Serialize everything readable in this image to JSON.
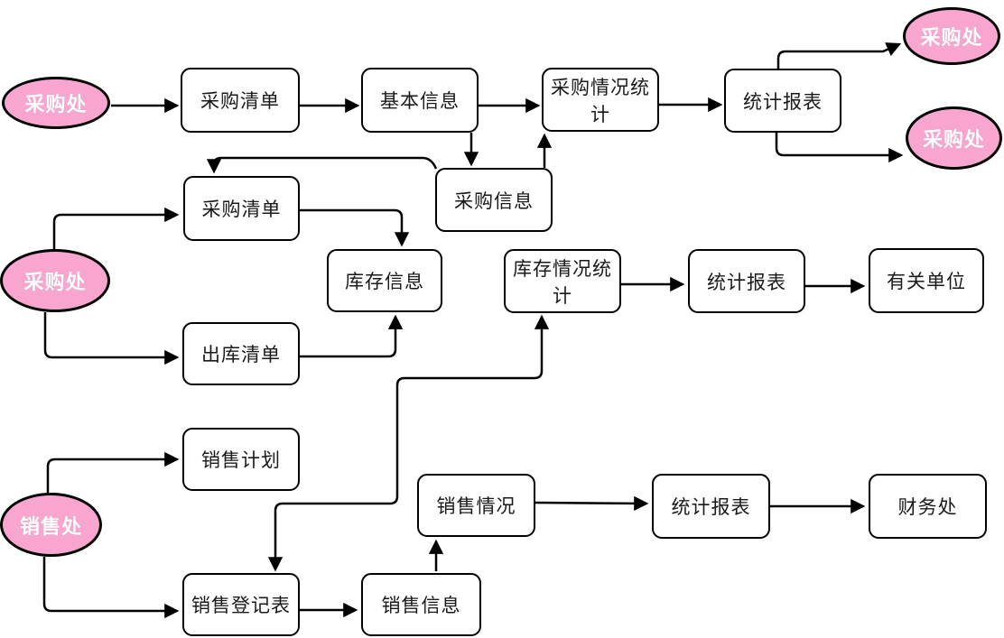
{
  "diagram": {
    "title": "purchase-inventory-sales data flow diagram",
    "colors": {
      "entity_fill": "#f8a6d0",
      "entity_text": "#ffffff",
      "process_fill": "#ffffff",
      "line": "#000000",
      "process_text": "#1a1a1a"
    },
    "entities": {
      "e1": {
        "label": "采购处"
      },
      "e2": {
        "label": "采购处"
      },
      "e3": {
        "label": "采购处"
      },
      "e4": {
        "label": "采购处"
      },
      "e5": {
        "label": "销售处"
      }
    },
    "processes": {
      "r1": {
        "label": "采购清单"
      },
      "r2": {
        "label": "基本信息"
      },
      "r3": {
        "label": "采购情况统计"
      },
      "r4": {
        "label": "统计报表"
      },
      "r5": {
        "label": "采购信息"
      },
      "r6": {
        "label": "采购清单"
      },
      "r7": {
        "label": "库存信息"
      },
      "r8": {
        "label": "出库清单"
      },
      "r9": {
        "label": "库存情况统计"
      },
      "r10": {
        "label": "统计报表"
      },
      "r11": {
        "label": "有关单位"
      },
      "r12": {
        "label": "销售计划"
      },
      "r13": {
        "label": "销售情况"
      },
      "r14": {
        "label": "统计报表"
      },
      "r15": {
        "label": "财务处"
      },
      "r16": {
        "label": "销售登记表"
      },
      "r17": {
        "label": "销售信息"
      }
    },
    "edges": [
      {
        "from": "采购处(e1)",
        "to": "采购清单(r1)"
      },
      {
        "from": "采购清单(r1)",
        "to": "基本信息(r2)"
      },
      {
        "from": "基本信息(r2)",
        "to": "采购情况统计(r3)"
      },
      {
        "from": "采购情况统计(r3)",
        "to": "统计报表(r4)"
      },
      {
        "from": "统计报表(r4)",
        "to": "采购处(e2)"
      },
      {
        "from": "统计报表(r4)",
        "to": "采购处(e3)"
      },
      {
        "from": "基本信息(r2)",
        "to": "采购信息(r5)"
      },
      {
        "from": "采购信息(r5)",
        "to": "采购情况统计(r3)"
      },
      {
        "from": "采购信息(r5)",
        "to": "采购清单(r6)"
      },
      {
        "from": "采购处(e4)",
        "to": "采购清单(r6)"
      },
      {
        "from": "采购处(e4)",
        "to": "出库清单(r8)"
      },
      {
        "from": "采购清单(r6)",
        "to": "库存信息(r7)"
      },
      {
        "from": "出库清单(r8)",
        "to": "库存信息(r7)"
      },
      {
        "from": "销售登记表(r16)",
        "to": "库存情况统计(r9)",
        "note": "double-headed polyline"
      },
      {
        "from": "库存情况统计(r9)",
        "to": "统计报表(r10)"
      },
      {
        "from": "统计报表(r10)",
        "to": "有关单位(r11)"
      },
      {
        "from": "销售处(e5)",
        "to": "销售计划(r12)"
      },
      {
        "from": "销售处(e5)",
        "to": "销售登记表(r16)"
      },
      {
        "from": "销售登记表(r16)",
        "to": "销售信息(r17)"
      },
      {
        "from": "销售信息(r17)",
        "to": "销售情况(r13)"
      },
      {
        "from": "销售情况(r13)",
        "to": "统计报表(r14)"
      },
      {
        "from": "统计报表(r14)",
        "to": "财务处(r15)"
      }
    ]
  }
}
